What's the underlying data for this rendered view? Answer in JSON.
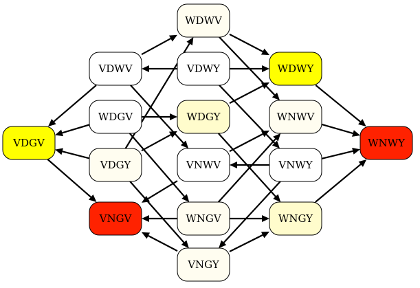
{
  "colors": {
    "white": "#ffffff",
    "cream": "#fffdf0",
    "pale_yellow": "#fffccc",
    "yellow": "#ffff00",
    "red": "#ff2200"
  },
  "nodes": [
    {
      "id": "VDGV",
      "label": "VDGV",
      "fill": "#ffff00"
    },
    {
      "id": "VDWV",
      "label": "VDWV",
      "fill": "#ffffff"
    },
    {
      "id": "WDGV",
      "label": "WDGV",
      "fill": "#ffffff"
    },
    {
      "id": "VDGY",
      "label": "VDGY",
      "fill": "#fffdf0"
    },
    {
      "id": "VNGV",
      "label": "VNGV",
      "fill": "#ff2200"
    },
    {
      "id": "WDWV",
      "label": "WDWV",
      "fill": "#fffdf0"
    },
    {
      "id": "VDWY",
      "label": "VDWY",
      "fill": "#ffffff"
    },
    {
      "id": "WDGY",
      "label": "WDGY",
      "fill": "#fffccc"
    },
    {
      "id": "VNWV",
      "label": "VNWV",
      "fill": "#ffffff"
    },
    {
      "id": "WNGV",
      "label": "WNGV",
      "fill": "#fffdf0"
    },
    {
      "id": "VNGY",
      "label": "VNGY",
      "fill": "#fffdf0"
    },
    {
      "id": "WDWY",
      "label": "WDWY",
      "fill": "#ffff00"
    },
    {
      "id": "WNWV",
      "label": "WNWV",
      "fill": "#fffdf0"
    },
    {
      "id": "VNWY",
      "label": "VNWY",
      "fill": "#ffffff"
    },
    {
      "id": "WNGY",
      "label": "WNGY",
      "fill": "#fffccc"
    },
    {
      "id": "WNWY",
      "label": "WNWY",
      "fill": "#ff2200"
    }
  ],
  "edges": [
    {
      "from": "VDWV",
      "to": "VDGV"
    },
    {
      "from": "WDGV",
      "to": "VDGV"
    },
    {
      "from": "VDGY",
      "to": "VDGV"
    },
    {
      "from": "VDGV",
      "to": "VNGV"
    },
    {
      "from": "VDWV",
      "to": "WDWV"
    },
    {
      "from": "VDWY",
      "to": "VDWV"
    },
    {
      "from": "VDWV",
      "to": "VNWV"
    },
    {
      "from": "WDGV",
      "to": "WDGY"
    },
    {
      "from": "WDGV",
      "to": "WNGV"
    },
    {
      "from": "VDGY",
      "to": "WDWV"
    },
    {
      "from": "VDGY",
      "to": "WDGY"
    },
    {
      "from": "VDGY",
      "to": "VNGY"
    },
    {
      "from": "VDWY",
      "to": "WDWY"
    },
    {
      "from": "VDWY",
      "to": "VNWY"
    },
    {
      "from": "WDWV",
      "to": "WDWY"
    },
    {
      "from": "WDWV",
      "to": "WNWV"
    },
    {
      "from": "WDGY",
      "to": "WDWY"
    },
    {
      "from": "WDGY",
      "to": "WNGY"
    },
    {
      "from": "VNWV",
      "to": "VNGV"
    },
    {
      "from": "VNWV",
      "to": "WNWV"
    },
    {
      "from": "VNWY",
      "to": "VNWV"
    },
    {
      "from": "WNGV",
      "to": "VNGV"
    },
    {
      "from": "WNGV",
      "to": "WNWV"
    },
    {
      "from": "WNGV",
      "to": "WNGY"
    },
    {
      "from": "VNGY",
      "to": "VNGV"
    },
    {
      "from": "VNGY",
      "to": "WNGY"
    },
    {
      "from": "VNWY",
      "to": "VNGY"
    },
    {
      "from": "WDWY",
      "to": "WNWY"
    },
    {
      "from": "WNWV",
      "to": "WNWY"
    },
    {
      "from": "VNWY",
      "to": "WNWY"
    },
    {
      "from": "WNGY",
      "to": "WNWY"
    }
  ]
}
